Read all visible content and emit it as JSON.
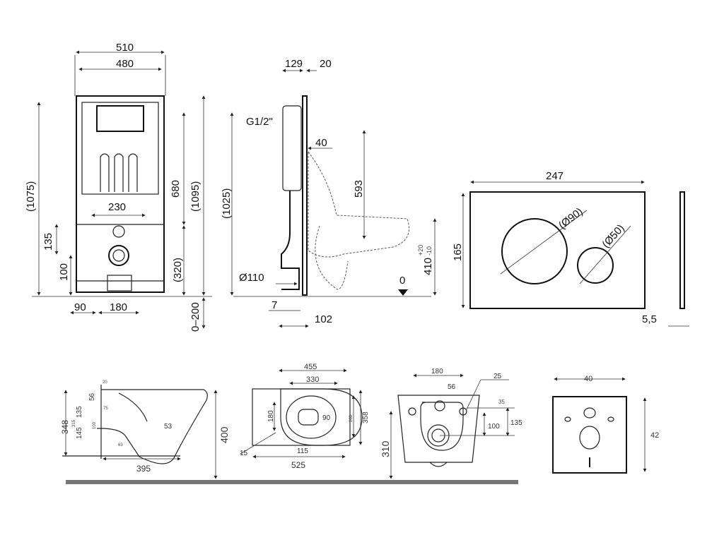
{
  "front_view": {
    "w_outer": "510",
    "w_inner": "480",
    "h_total": "(1075)",
    "h_680": "680",
    "h_1095": "(1095)",
    "w_230": "230",
    "h_135": "135",
    "h_100": "100",
    "h_320": "(320)",
    "w_90": "90",
    "w_180": "180",
    "adj": "0–200"
  },
  "side_view": {
    "d_129": "129",
    "d_20": "20",
    "inlet": "G1/2\"",
    "d_40": "40",
    "h_593": "593",
    "h_1025": "(1025)",
    "pipe": "Ø110",
    "zero": "0",
    "h_410": "410",
    "tol_plus": "+20",
    "tol_minus": "-10",
    "d_7": "7",
    "d_102": "102"
  },
  "flush_plate": {
    "width": "247",
    "height": "165",
    "big_button": "(Ø90)",
    "small_button": "(Ø50)",
    "thickness": "5,5"
  },
  "bowl_side": {
    "h_348": "348",
    "h_315": "315",
    "d_56": "56",
    "d_135": "135",
    "d_145": "145",
    "d_100": "100",
    "d_20": "20",
    "d_75": "75",
    "d_53": "53",
    "d_63": "63",
    "length": "395",
    "h_400": "400"
  },
  "bowl_top": {
    "w_455": "455",
    "w_330": "330",
    "d_180": "180",
    "d_90": "90",
    "d_260": "260",
    "d_358": "358",
    "d_15": "15",
    "d_115": "115",
    "w_525": "525"
  },
  "bowl_back": {
    "d_180": "180",
    "d_25": "25",
    "d_56": "56",
    "d_35": "35",
    "d_100": "100",
    "d_135": "135",
    "h_310": "310"
  },
  "gasket": {
    "w": "40",
    "h": "42"
  }
}
